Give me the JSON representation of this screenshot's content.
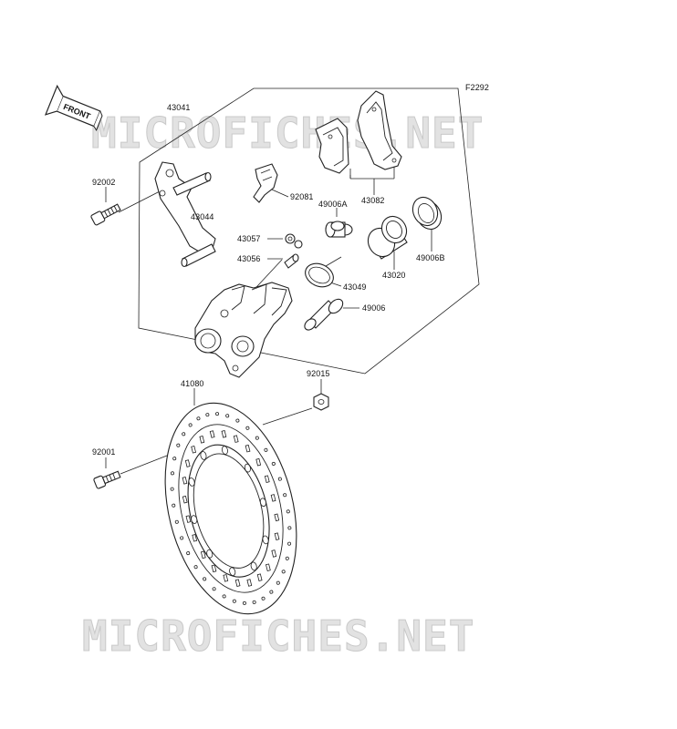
{
  "figure_code": "F2292",
  "watermark_text": "MICROFICHES.NET",
  "front_arrow_label": "FRONT",
  "parts": {
    "p43041": "43041",
    "p92002": "92002",
    "p43044": "43044",
    "p92081": "92081",
    "p43082": "43082",
    "p49006A": "49006A",
    "p43057": "43057",
    "p43056": "43056",
    "p43020": "43020",
    "p49006B": "49006B",
    "p43049": "43049",
    "p49006": "49006",
    "p92015": "92015",
    "p41080": "41080",
    "p92001": "92001"
  }
}
